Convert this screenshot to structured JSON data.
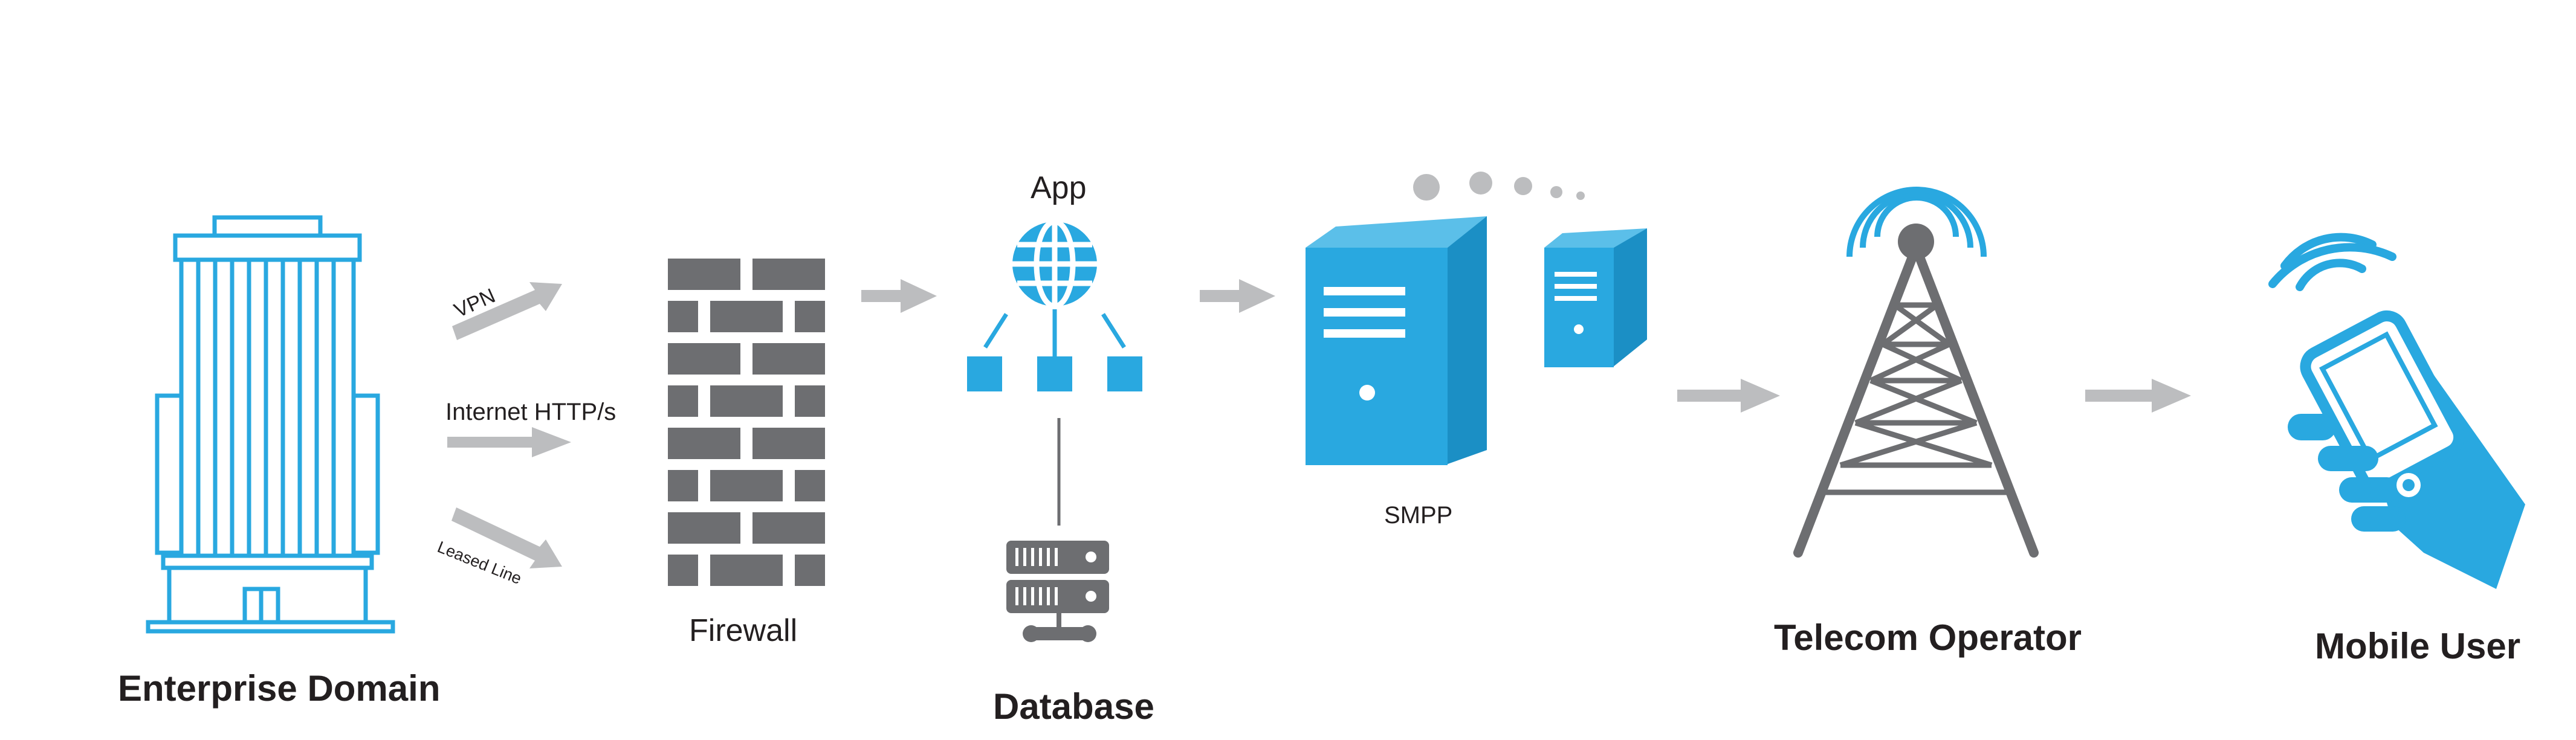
{
  "colors": {
    "blue": "#29a8e0",
    "gray": "#6d6e71",
    "light_gray": "#bcbdbf",
    "text": "#231f20"
  },
  "nodes": {
    "enterprise": {
      "label": "Enterprise Domain",
      "icon": "office-building-icon"
    },
    "firewall": {
      "label": "Firewall",
      "icon": "brick-wall-icon"
    },
    "app": {
      "label": "App",
      "icon": "globe-network-icon"
    },
    "database": {
      "label": "Database",
      "icon": "server-rack-icon"
    },
    "smpp": {
      "label": "SMPP",
      "icon": "server-tower-icon"
    },
    "telecom": {
      "label": "Telecom Operator",
      "icon": "radio-tower-icon"
    },
    "mobile": {
      "label": "Mobile User",
      "icon": "phone-in-hand-icon"
    }
  },
  "connections": {
    "vpn": "VPN",
    "internet": "Internet HTTP/s",
    "leased": "Leased Line"
  }
}
